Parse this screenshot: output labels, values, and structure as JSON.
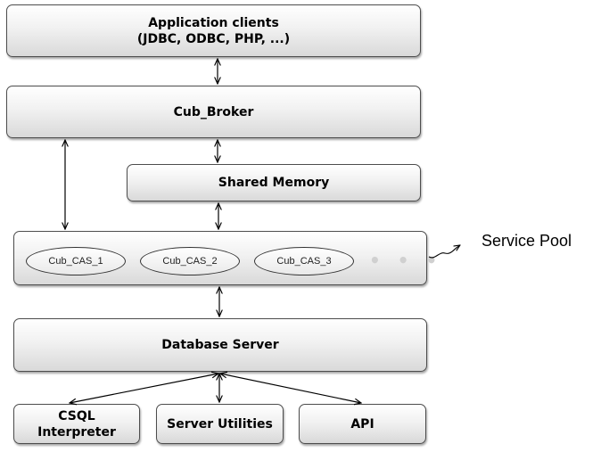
{
  "app_clients": {
    "line1": "Application clients",
    "line2": "(JDBC, ODBC, PHP, ...)"
  },
  "broker": {
    "label": "Cub_Broker"
  },
  "shared_memory": {
    "label": "Shared Memory"
  },
  "service_pool": {
    "cas": [
      "Cub_CAS_1",
      "Cub_CAS_2",
      "Cub_CAS_3"
    ],
    "ellipsis": "• • •",
    "label": "Service  Pool"
  },
  "database_server": {
    "label": "Database Server"
  },
  "tools": {
    "csql_line1": "CSQL",
    "csql_line2": "Interpreter",
    "server_utilities": "Server Utilities",
    "api": "API"
  }
}
